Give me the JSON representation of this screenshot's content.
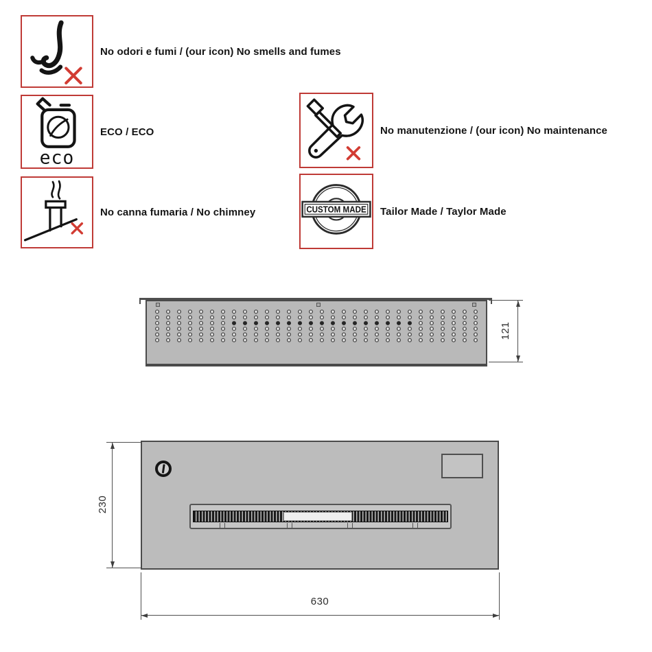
{
  "features": [
    {
      "icon": "nose-crossed-icon",
      "label": "No odori e fumi / (our icon) No smells and fumes"
    },
    {
      "icon": "eco-jerrycan-icon",
      "label": "ECO / ECO"
    },
    {
      "icon": "chimney-crossed-icon",
      "label": "No canna fumaria / No chimney"
    },
    {
      "icon": "tools-crossed-icon",
      "label": "No manutenzione / (our icon) No maintenance"
    },
    {
      "icon": "custom-made-stamp-icon",
      "label": "Tailor Made / Taylor Made"
    }
  ],
  "icon_texts": {
    "eco": "eco",
    "custom_made": "CUSTOM MADE"
  },
  "drawings": {
    "top_view": {
      "depth_dim": "121"
    },
    "front_view": {
      "height_dim": "230",
      "width_dim": "630"
    }
  },
  "colors": {
    "feature_box_border": "#bf3a36",
    "cross_red": "#d23c33",
    "drawing_fill": "#b9b9b9",
    "drawing_line": "#4a4a4a"
  }
}
